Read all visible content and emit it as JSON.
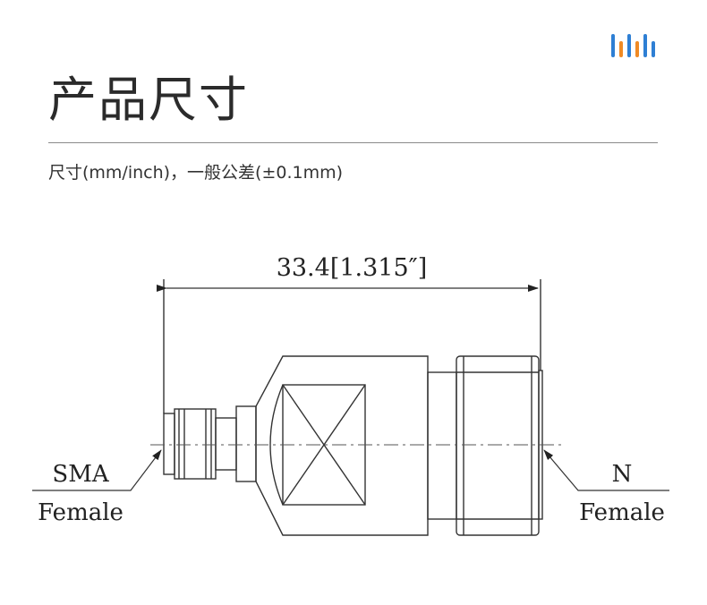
{
  "header": {
    "title": "产品尺寸",
    "subtitle": "尺寸(mm/inch)，一般公差(±0.1mm)"
  },
  "brand": {
    "logo_icon": "bars-logo-icon",
    "colors": [
      "#f08a24",
      "#2e7fd4"
    ]
  },
  "drawing": {
    "dimension_label": "33.4[1.315″]",
    "left_connector": {
      "line1": "SMA",
      "line2": "Female"
    },
    "right_connector": {
      "line1": "N",
      "line2": "Female"
    }
  }
}
